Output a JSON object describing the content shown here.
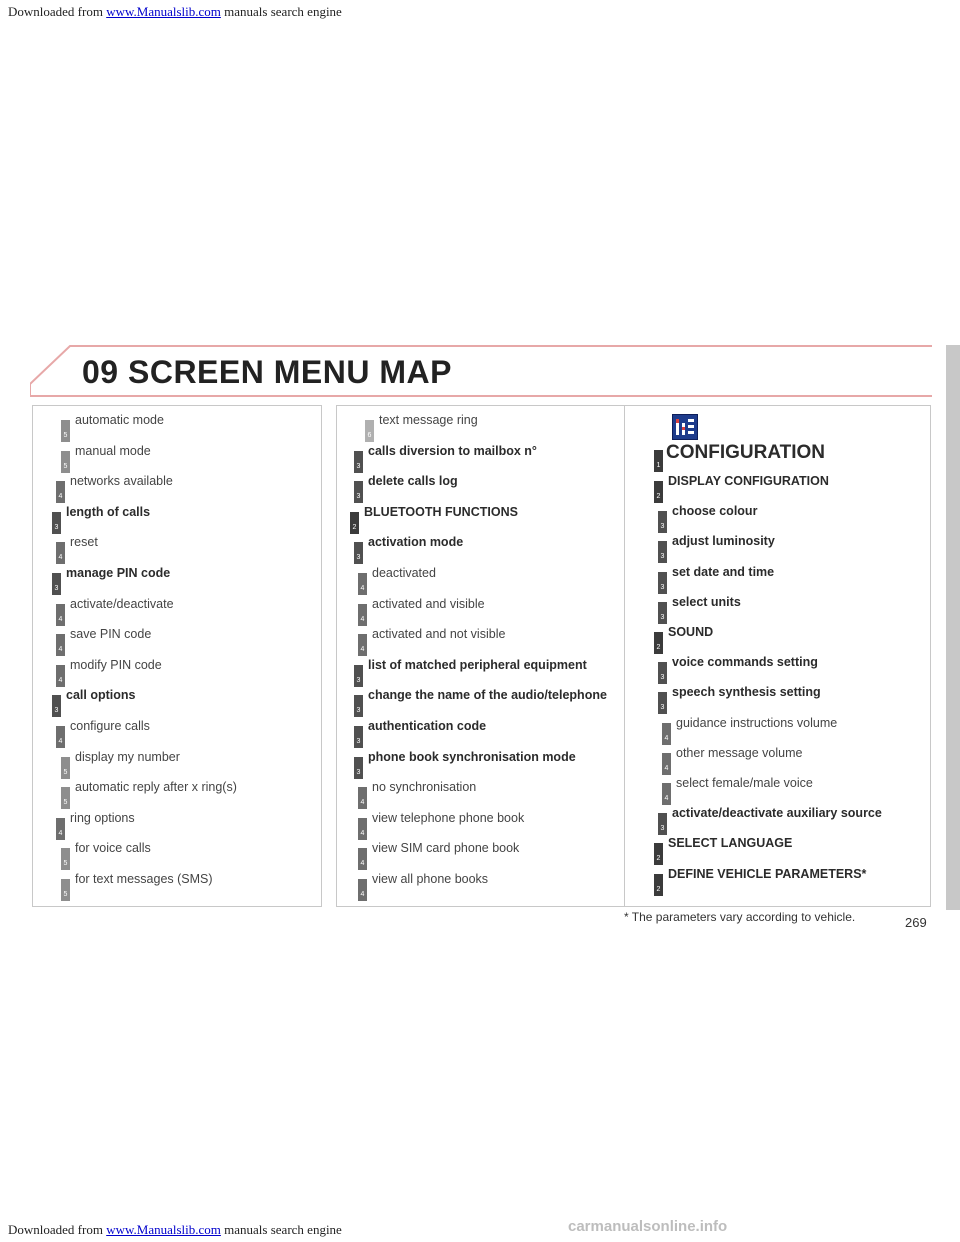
{
  "header": {
    "prefix": "Downloaded from",
    "link": "www.Manualslib.com",
    "suffix": "manuals search engine"
  },
  "title": {
    "number": "09",
    "text": "SCREEN MENU MAP"
  },
  "col1": [
    {
      "level": "5",
      "label": "automatic mode",
      "bold": false
    },
    {
      "level": "5",
      "label": "manual mode",
      "bold": false
    },
    {
      "level": "4",
      "label": "networks available",
      "bold": false
    },
    {
      "level": "3",
      "label": "length of calls",
      "bold": true
    },
    {
      "level": "4",
      "label": "reset",
      "bold": false
    },
    {
      "level": "3",
      "label": "manage PIN code",
      "bold": true
    },
    {
      "level": "4",
      "label": "activate/deactivate",
      "bold": false
    },
    {
      "level": "4",
      "label": "save PIN code",
      "bold": false
    },
    {
      "level": "4",
      "label": "modify PIN code",
      "bold": false
    },
    {
      "level": "3",
      "label": "call options",
      "bold": true
    },
    {
      "level": "4",
      "label": "configure calls",
      "bold": false
    },
    {
      "level": "5",
      "label": "display my number",
      "bold": false
    },
    {
      "level": "5",
      "label": "automatic reply after x ring(s)",
      "bold": false
    },
    {
      "level": "4",
      "label": "ring options",
      "bold": false
    },
    {
      "level": "5",
      "label": "for voice calls",
      "bold": false
    },
    {
      "level": "5",
      "label": "for text messages (SMS)",
      "bold": false
    }
  ],
  "col2": [
    {
      "level": "6",
      "label": "text message ring",
      "bold": false
    },
    {
      "level": "3",
      "label": "calls diversion to mailbox n°",
      "bold": true
    },
    {
      "level": "3",
      "label": "delete calls log",
      "bold": true
    },
    {
      "level": "2",
      "label": "BLUETOOTH FUNCTIONS",
      "bold": true
    },
    {
      "level": "3",
      "label": "activation mode",
      "bold": true
    },
    {
      "level": "4",
      "label": "deactivated",
      "bold": false
    },
    {
      "level": "4",
      "label": "activated and visible",
      "bold": false
    },
    {
      "level": "4",
      "label": "activated and not visible",
      "bold": false
    },
    {
      "level": "3",
      "label": "list of matched peripheral equipment",
      "bold": true
    },
    {
      "level": "3",
      "label": "change the name of the audio/telephone",
      "bold": true
    },
    {
      "level": "3",
      "label": "authentication code",
      "bold": true
    },
    {
      "level": "3",
      "label": "phone book synchronisation mode",
      "bold": true
    },
    {
      "level": "4",
      "label": "no synchronisation",
      "bold": false
    },
    {
      "level": "4",
      "label": "view telephone phone book",
      "bold": false
    },
    {
      "level": "4",
      "label": "view SIM card phone book",
      "bold": false
    },
    {
      "level": "4",
      "label": "view all phone books",
      "bold": false
    }
  ],
  "col3": {
    "icon": "config-icon",
    "level1": "1",
    "title": "CONFIGURATION",
    "items": [
      {
        "level": "2",
        "label": "DISPLAY CONFIGURATION",
        "bold": true
      },
      {
        "level": "3",
        "label": "choose colour",
        "bold": true
      },
      {
        "level": "3",
        "label": "adjust luminosity",
        "bold": true
      },
      {
        "level": "3",
        "label": "set date and time",
        "bold": true
      },
      {
        "level": "3",
        "label": "select units",
        "bold": true
      },
      {
        "level": "2",
        "label": "SOUND",
        "bold": true
      },
      {
        "level": "3",
        "label": "voice commands setting",
        "bold": true
      },
      {
        "level": "3",
        "label": "speech synthesis setting",
        "bold": true
      },
      {
        "level": "4",
        "label": "guidance instructions volume",
        "bold": false
      },
      {
        "level": "4",
        "label": "other message volume",
        "bold": false
      },
      {
        "level": "4",
        "label": "select female/male voice",
        "bold": false
      },
      {
        "level": "3",
        "label": "activate/deactivate auxiliary source",
        "bold": true
      },
      {
        "level": "2",
        "label": "SELECT LANGUAGE",
        "bold": true
      },
      {
        "level": "2",
        "label": "DEFINE VEHICLE PARAMETERS*",
        "bold": true
      }
    ]
  },
  "footnote": "* The parameters vary according to vehicle.",
  "page_number": "269",
  "footer": {
    "prefix": "Downloaded from",
    "link": "www.Manualslib.com",
    "suffix": "manuals search engine",
    "watermark": "carmanualsonline.info"
  }
}
